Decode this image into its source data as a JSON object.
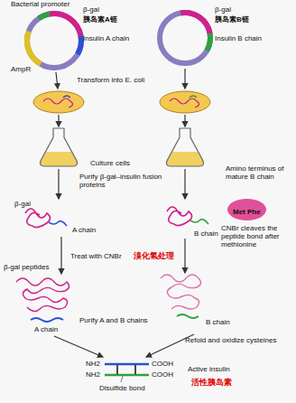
{
  "diagram": {
    "nodes": [
      {
        "text": [
          "Bacterial promoter",
          "β-gal",
          "胰岛素A链",
          "Insulin A chain",
          "AmpR"
        ]
      },
      {
        "text": [
          "β-gal",
          "胰岛素B链",
          "Insulin B chain"
        ]
      },
      {
        "text": [
          "Met Phe"
        ]
      }
    ],
    "labels": [
      "Transform into E. coli",
      "Culture cells",
      "Purify β-gal–insulin fusion proteins",
      "β-gal",
      "A chain",
      "B chain",
      "Treat with CNBr",
      "溴化氢处理",
      "Amino terminus of mature B chain",
      "CNBr cleaves the peptide bond after methionine",
      "β-gal peptides",
      "A chain",
      "Purify A and B chains",
      "B chain",
      "Refold and oxidize cysteines",
      "NH2",
      "NH2",
      "COOH",
      "COOH",
      "Disulfide bond",
      "Active insulin",
      "活性胰岛素"
    ]
  }
}
